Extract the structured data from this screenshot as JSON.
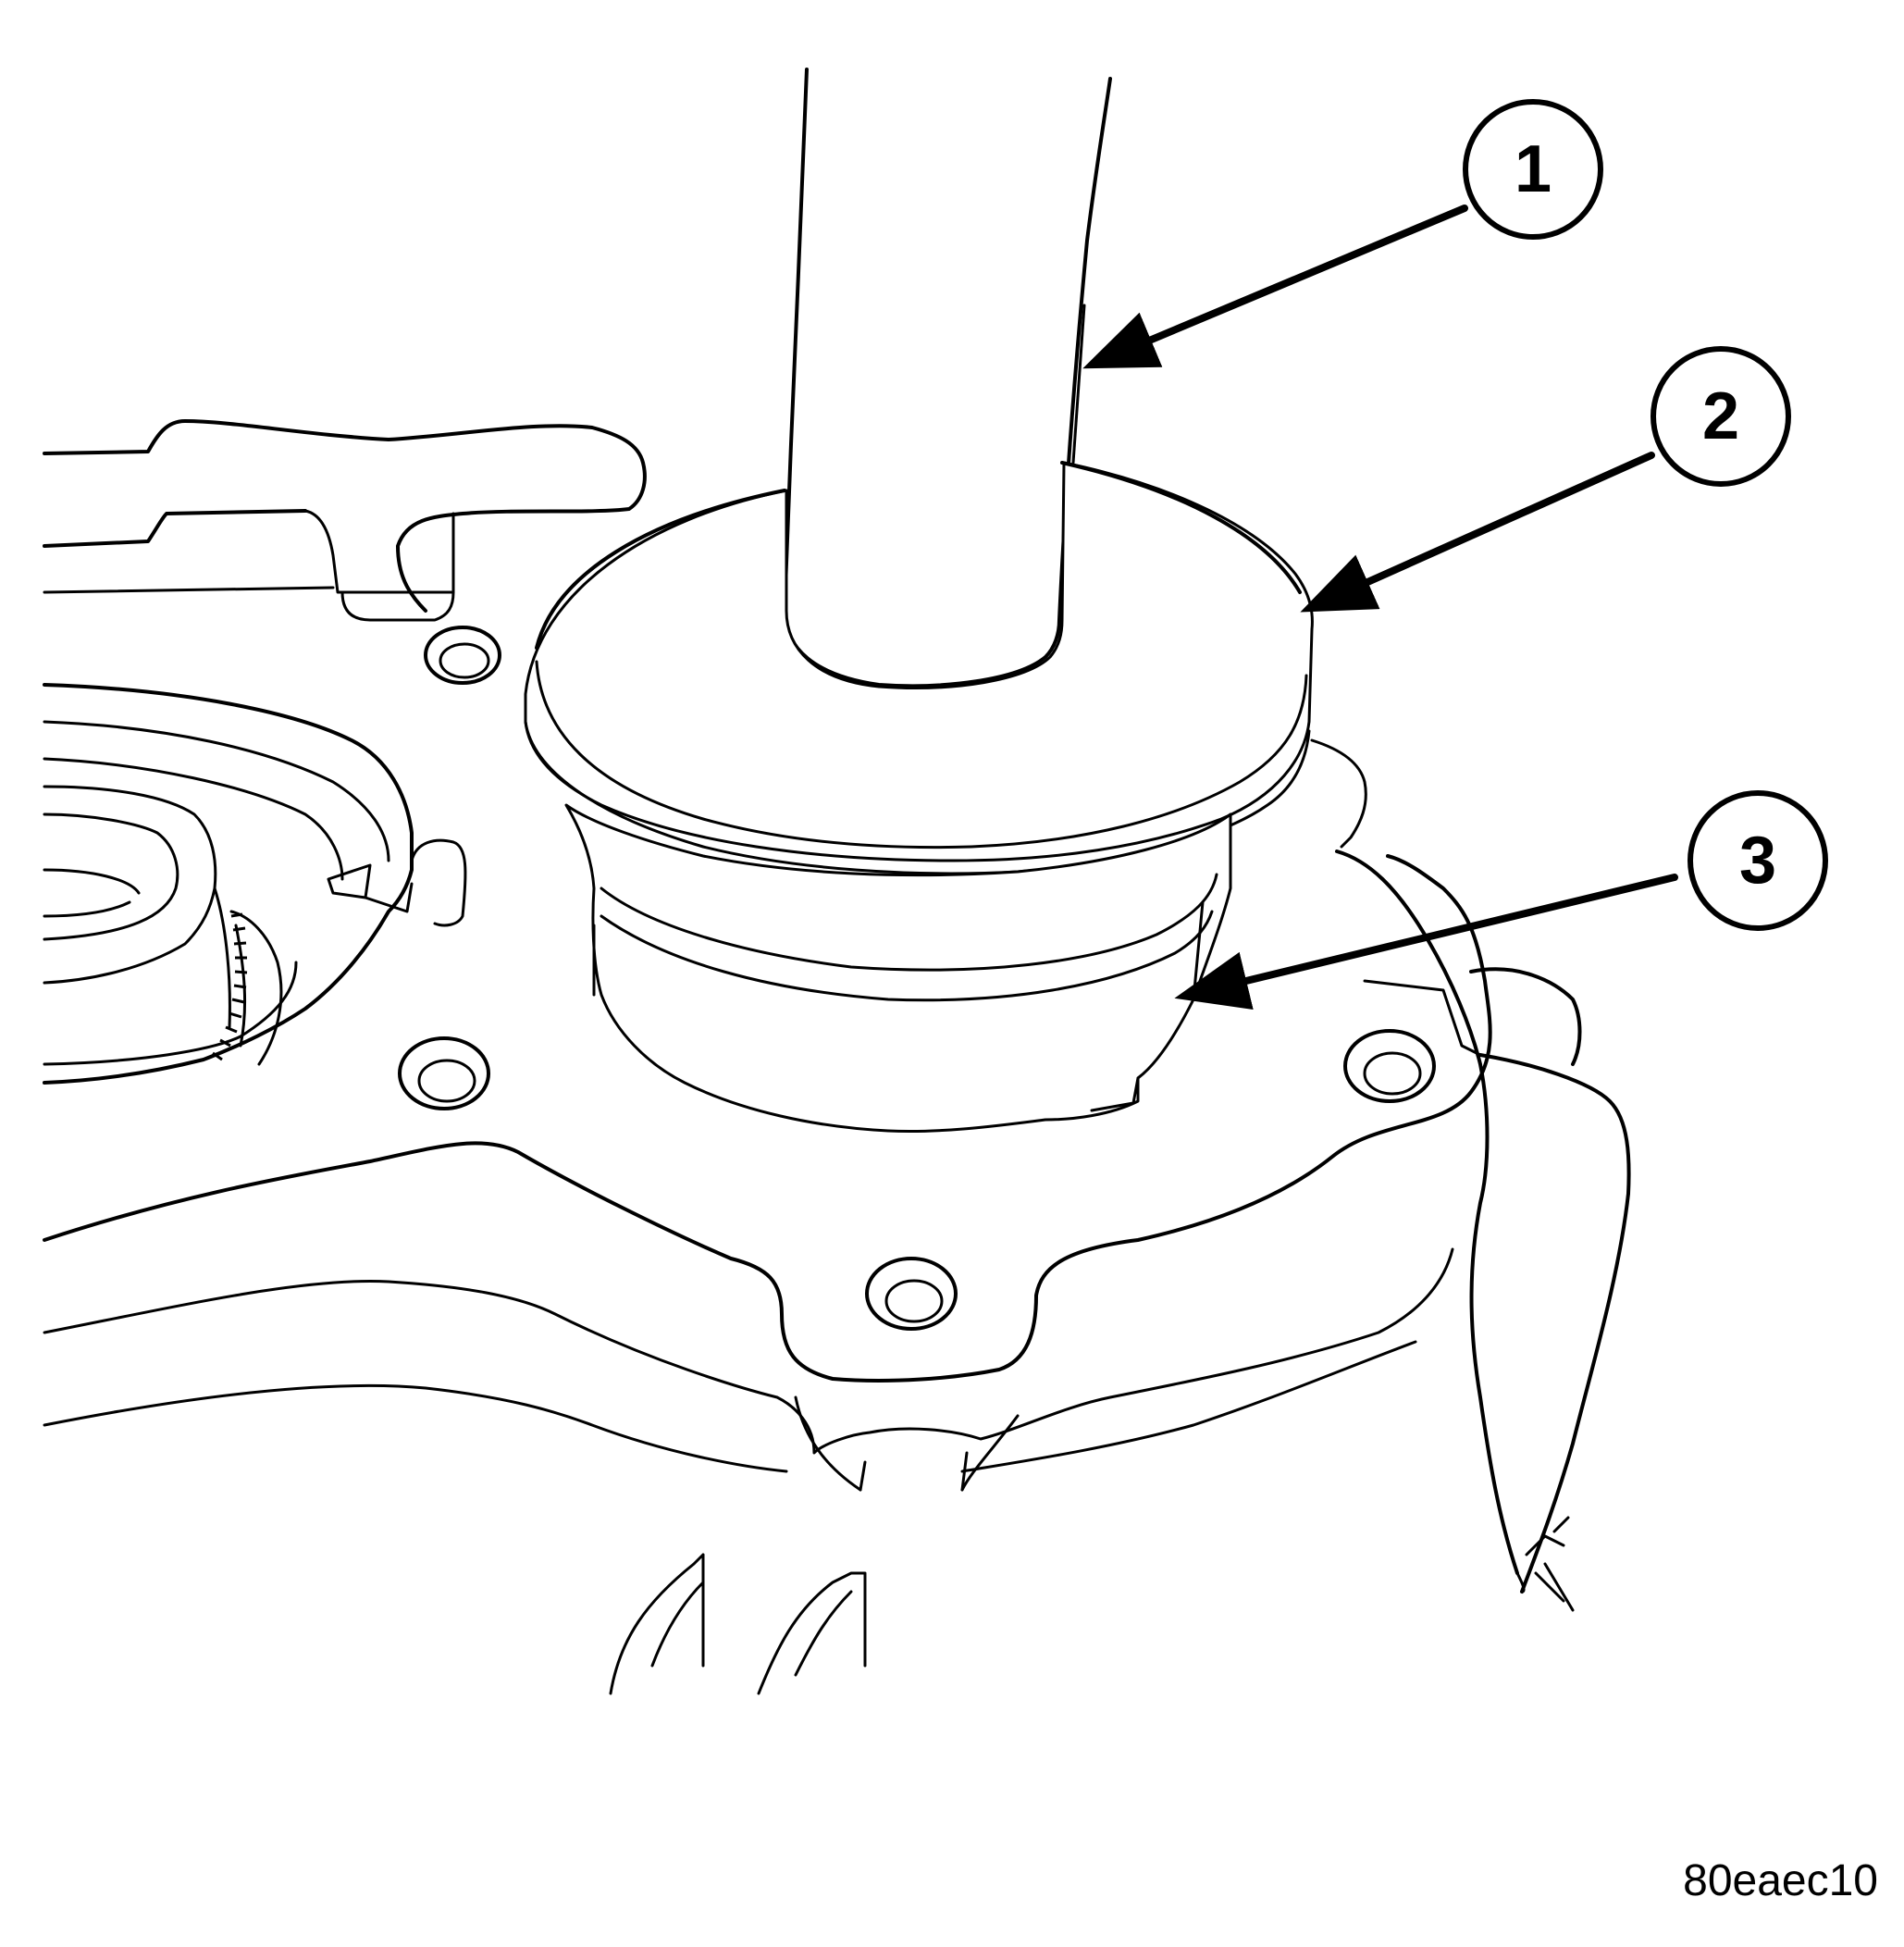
{
  "callouts": [
    {
      "number": "1"
    },
    {
      "number": "2"
    },
    {
      "number": "3"
    }
  ],
  "figure_id": "80eaec10"
}
